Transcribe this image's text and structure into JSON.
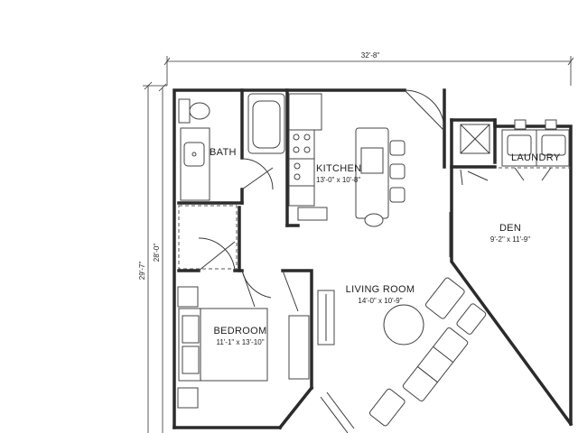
{
  "dimensions": {
    "overall_width": "32'-8\"",
    "overall_height_outer": "29'-7\"",
    "overall_height_inner": "28'-0\""
  },
  "rooms": {
    "bath": {
      "name": "BATH"
    },
    "kitchen": {
      "name": "KITCHEN",
      "size": "13'-0\" x 10'-8\""
    },
    "laundry": {
      "name": "LAUNDRY"
    },
    "den": {
      "name": "DEN",
      "size": "9'-2\" x 11'-9\""
    },
    "living_room": {
      "name": "LIVING ROOM",
      "size": "14'-0\" x 10'-9\""
    },
    "bedroom": {
      "name": "BEDROOM",
      "size": "11'-1\" x 13'-10\""
    }
  }
}
